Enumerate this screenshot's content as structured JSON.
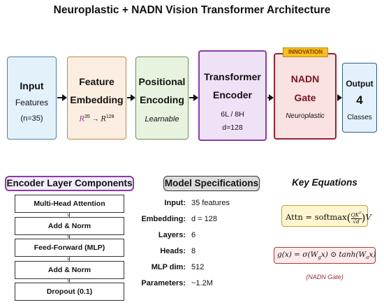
{
  "title": "Neuroplastic + NADN Vision Transformer Architecture",
  "pipeline": {
    "input": {
      "title": "Input",
      "line1": "Features",
      "line2": "(n=35)"
    },
    "feature": {
      "title1": "Feature",
      "title2": "Embedding",
      "formula_base1": "R",
      "formula_exp1": "35",
      "formula_arrow": "→",
      "formula_base2": "R",
      "formula_exp2": "128"
    },
    "positional": {
      "title1": "Positional",
      "title2": "Encoding",
      "sub": "Learnable"
    },
    "transformer": {
      "title1": "Transformer",
      "title2": "Encoder",
      "sub1": "6L / 8H",
      "sub2": "d=128"
    },
    "nadn": {
      "badge": "INNOVATION",
      "title1": "NADN",
      "title2": "Gate",
      "sub": "Neuroplastic"
    },
    "output": {
      "title": "Output",
      "value": "4",
      "sub": "Classes"
    }
  },
  "encoder": {
    "heading": "Encoder Layer Components",
    "layers": [
      "Multi-Head Attention",
      "Add & Norm",
      "Feed-Forward (MLP)",
      "Add & Norm",
      "Dropout (0.1)"
    ]
  },
  "specs": {
    "heading": "Model Specifications",
    "rows": [
      {
        "label": "Input:",
        "value": "35 features"
      },
      {
        "label": "Embedding:",
        "value": "d = 128"
      },
      {
        "label": "Layers:",
        "value": "6"
      },
      {
        "label": "Heads:",
        "value": "8"
      },
      {
        "label": "MLP dim:",
        "value": "512"
      },
      {
        "label": "Parameters:",
        "value": "~1.2M"
      }
    ]
  },
  "equations": {
    "heading": "Key Equations",
    "eq1_lhs": "Attn = softmax",
    "eq1_num": "QK",
    "eq1_num_sup": "T",
    "eq1_den": "√d",
    "eq1_rhs": "V",
    "eq2": "g(x) = σ(W",
    "eq2_sub_g": "g",
    "eq2_mid": "x) ⊙ tanh(W",
    "eq2_sub_a": "a",
    "eq2_end": "x)",
    "caption": "(NADN Gate)"
  },
  "colors": {
    "transformer_border": "#8a3bb0",
    "nadn_border": "#9a2230",
    "nadn_text": "#7a1420",
    "badge": "#f5c11d",
    "caption": "#a33030"
  }
}
